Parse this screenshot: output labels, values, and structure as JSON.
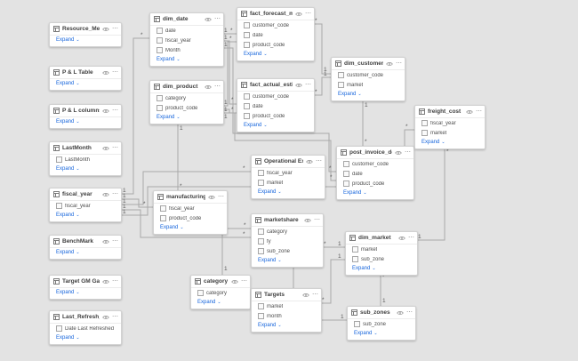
{
  "colors": {
    "background": "#e3e3e3",
    "card_bg": "#ffffff",
    "card_border": "#d2d2d2",
    "accent": "#1464dc",
    "line": "#a8a8a8"
  },
  "ui": {
    "expand_label": "Expand",
    "chevron_glyph": "⌄",
    "more_glyph": "⋯"
  },
  "tables": [
    {
      "name": "Resource_Measures",
      "fields": []
    },
    {
      "name": "P & L Table",
      "fields": []
    },
    {
      "name": "P & L columns",
      "fields": []
    },
    {
      "name": "LastMonth",
      "fields": [
        "LastMonth"
      ]
    },
    {
      "name": "fiscal_year",
      "fields": [
        "fiscal_year"
      ]
    },
    {
      "name": "BenchMark",
      "fields": []
    },
    {
      "name": "Target GM Gap",
      "fields": []
    },
    {
      "name": "Last_Refresh_Date",
      "fields": [
        "Date Last Refreshed"
      ]
    },
    {
      "name": "dim_date",
      "fields": [
        "date",
        "fiscal_year",
        "Month"
      ]
    },
    {
      "name": "dim_product",
      "fields": [
        "category",
        "product_code"
      ]
    },
    {
      "name": "manufacturing_cost",
      "fields": [
        "fiscal_year",
        "product_code"
      ]
    },
    {
      "name": "category",
      "fields": [
        "category"
      ]
    },
    {
      "name": "fact_forecast_monthly",
      "fields": [
        "customer_code",
        "date",
        "product_code"
      ]
    },
    {
      "name": "fact_actual_estimates",
      "fields": [
        "customer_code",
        "date",
        "product_code"
      ]
    },
    {
      "name": "Operational Expenses",
      "fields": [
        "fiscal_year",
        "market"
      ]
    },
    {
      "name": "marketshare",
      "fields": [
        "category",
        "fy",
        "sub_zone"
      ]
    },
    {
      "name": "Targets",
      "fields": [
        "market",
        "month"
      ]
    },
    {
      "name": "dim_customer",
      "fields": [
        "customer_code",
        "market"
      ]
    },
    {
      "name": "post_invoice_deducti...",
      "fields": [
        "customer_code",
        "date",
        "product_code"
      ]
    },
    {
      "name": "dim_market",
      "fields": [
        "market",
        "sub_zone"
      ]
    },
    {
      "name": "sub_zones",
      "fields": [
        "sub_zone"
      ]
    },
    {
      "name": "freight_cost",
      "fields": [
        "fiscal_year",
        "market"
      ]
    }
  ],
  "relationships": [
    {
      "from": "fiscal_year",
      "to": "dim_date",
      "from_card": "1",
      "to_card": "*"
    },
    {
      "from": "fiscal_year",
      "to": "manufacturing_cost",
      "from_card": "1",
      "to_card": "*"
    },
    {
      "from": "fiscal_year",
      "to": "Operational Expenses",
      "from_card": "1",
      "to_card": "*"
    },
    {
      "from": "fiscal_year",
      "to": "marketshare",
      "from_card": "1",
      "to_card": "*"
    },
    {
      "from": "fiscal_year",
      "to": "freight_cost",
      "from_card": "1",
      "to_card": "*"
    },
    {
      "from": "dim_date",
      "to": "fact_forecast_monthly",
      "from_card": "1",
      "to_card": "*"
    },
    {
      "from": "dim_date",
      "to": "fact_actual_estimates",
      "from_card": "1",
      "to_card": "*"
    },
    {
      "from": "dim_date",
      "to": "post_invoice_deducti...",
      "from_card": "1",
      "to_card": "*"
    },
    {
      "from": "dim_product",
      "to": "fact_forecast_monthly",
      "from_card": "1",
      "to_card": "*"
    },
    {
      "from": "dim_product",
      "to": "fact_actual_estimates",
      "from_card": "1",
      "to_card": "*"
    },
    {
      "from": "dim_product",
      "to": "post_invoice_deducti...",
      "from_card": "1",
      "to_card": "*"
    },
    {
      "from": "dim_product",
      "to": "manufacturing_cost",
      "from_card": "1",
      "to_card": "*"
    },
    {
      "from": "fact_forecast_monthly",
      "to": "dim_customer",
      "from_card": "*",
      "to_card": "1"
    },
    {
      "from": "fact_actual_estimates",
      "to": "dim_customer",
      "from_card": "*",
      "to_card": "1"
    },
    {
      "from": "dim_customer",
      "to": "post_invoice_deducti...",
      "from_card": "1",
      "to_card": "*"
    },
    {
      "from": "dim_market",
      "to": "marketshare",
      "from_card": "1",
      "to_card": "*"
    },
    {
      "from": "dim_market",
      "to": "Targets",
      "from_card": "1",
      "to_card": "*"
    },
    {
      "from": "dim_market",
      "to": "freight_cost",
      "from_card": "1",
      "to_card": "*"
    },
    {
      "from": "sub_zones",
      "to": "dim_market",
      "from_card": "1",
      "to_card": "*"
    },
    {
      "from": "sub_zones",
      "to": "marketshare",
      "from_card": "1",
      "to_card": "*"
    },
    {
      "from": "category",
      "to": "marketshare",
      "from_card": "1",
      "to_card": "*"
    }
  ]
}
